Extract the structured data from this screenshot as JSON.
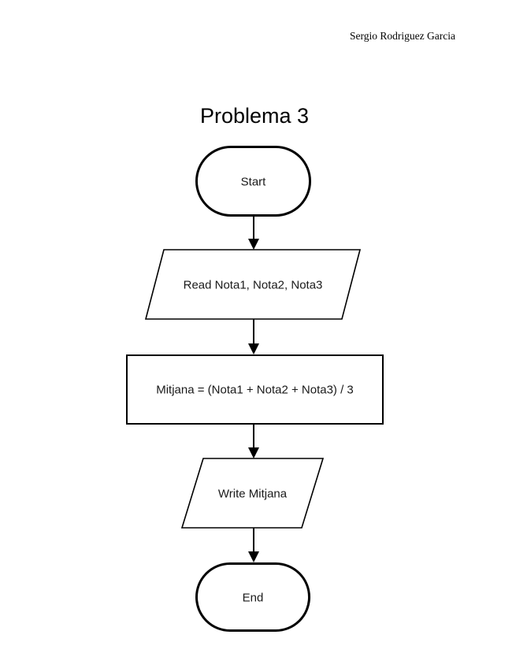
{
  "page": {
    "background_color": "#ffffff",
    "ink_color": "#000000"
  },
  "header": {
    "author": "Sergio Rodriguez Garcia"
  },
  "title": "Problema 3",
  "flowchart": {
    "nodes": [
      {
        "id": "start",
        "type": "terminator",
        "label": "Start"
      },
      {
        "id": "read",
        "type": "input-output",
        "label": "Read Nota1, Nota2, Nota3"
      },
      {
        "id": "process",
        "type": "process",
        "label": "Mitjana = (Nota1 + Nota2 + Nota3) / 3"
      },
      {
        "id": "write",
        "type": "input-output",
        "label": "Write Mitjana"
      },
      {
        "id": "end",
        "type": "terminator",
        "label": "End"
      }
    ],
    "edges": [
      {
        "from": "start",
        "to": "read"
      },
      {
        "from": "read",
        "to": "process"
      },
      {
        "from": "process",
        "to": "write"
      },
      {
        "from": "write",
        "to": "end"
      }
    ]
  }
}
